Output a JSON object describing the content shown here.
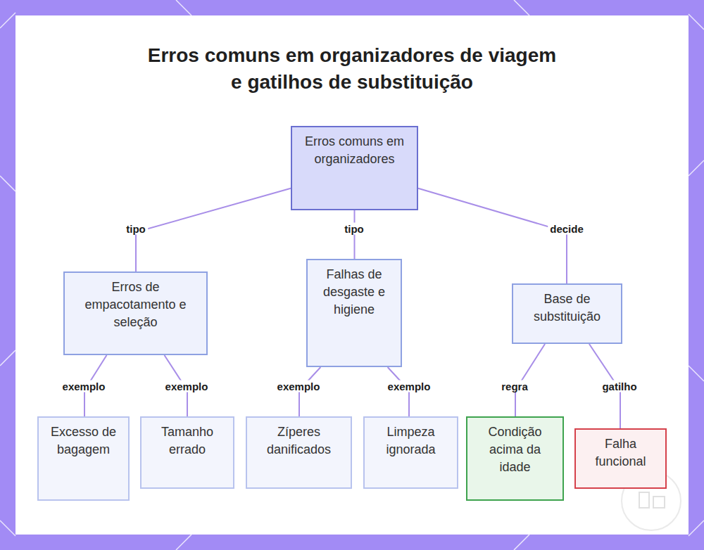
{
  "diagram": {
    "title": "Erros comuns em organizadores de viagem e gatilhos de substituição",
    "nodes": [
      {
        "text": [
          "Erros comuns em organizadores"
        ]
      },
      {
        "text": [
          "Erros de empacotamento e seleção"
        ]
      },
      {
        "text": [
          "Falhas de desgaste e higiene"
        ]
      },
      {
        "text": [
          "Base de substituição"
        ]
      },
      {
        "text": [
          "Excesso de bagagem"
        ]
      },
      {
        "text": [
          "Tamanho errado"
        ]
      },
      {
        "text": [
          "Zíperes danificados"
        ]
      },
      {
        "text": [
          "Limpeza ignorada"
        ]
      },
      {
        "text": [
          "Condição acima da idade"
        ]
      },
      {
        "text": [
          "Falha funcional"
        ]
      }
    ],
    "edges": [
      {
        "from": 0,
        "to": 1,
        "arrow": "none",
        "label": "tipo"
      },
      {
        "from": 0,
        "to": 2,
        "arrow": "none",
        "label": "tipo"
      },
      {
        "from": 0,
        "to": 3,
        "arrow": "none",
        "label": "decide"
      },
      {
        "from": 1,
        "to": 4,
        "arrow": "none",
        "label": "exemplo"
      },
      {
        "from": 1,
        "to": 5,
        "arrow": "none",
        "label": "exemplo"
      },
      {
        "from": 2,
        "to": 6,
        "arrow": "none",
        "label": "exemplo"
      },
      {
        "from": 2,
        "to": 7,
        "arrow": "none",
        "label": "exemplo"
      },
      {
        "from": 3,
        "to": 8,
        "arrow": "none",
        "label": "regra"
      },
      {
        "from": 3,
        "to": 9,
        "arrow": "none",
        "label": "gatilho"
      }
    ]
  }
}
